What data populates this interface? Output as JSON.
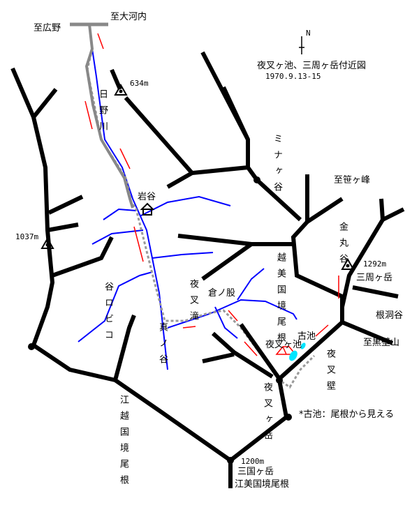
{
  "title": "夜叉ヶ池、三周ヶ岳付近図",
  "date": "1970.9.13-15",
  "north": "N",
  "colors": {
    "ridge": "#000000",
    "river": "#0000ff",
    "trail": "#999999",
    "snow": "#ff0000",
    "pond": "#00e5ff"
  },
  "labels": {
    "to_hirono": "至広野",
    "to_okochi": "至大河内",
    "peak634": "634m",
    "hino": "日野川",
    "iwaya": "岩谷",
    "minaga": "ミナヶ谷",
    "to_sasagamine": "至笹ヶ峰",
    "kanamaru": "金丸谷",
    "peak1037": "1037m",
    "peak1292": "1292m",
    "sanshu": "三周ヶ岳",
    "echimi_ridge": "越美国境尾根",
    "yasha_falls": "夜叉滝",
    "kuranomata": "倉ノ股",
    "nedora": "根洞谷",
    "to_kurokabe": "至黒壁山",
    "kobiro": "谷ロビコ",
    "shinno": "真ノ谷",
    "furuike": "古池",
    "yashagaike": "夜叉ヶ池",
    "yashakabe": "夜叉壁",
    "yashagatake": "夜叉ヶ岳",
    "note": "*古池：尾根から見える",
    "goetsu_ridge": "江越国境尾根",
    "peak1200": "1200m",
    "mikuni": "三国ヶ岳",
    "goumi_ridge": "江美国境尾根"
  }
}
